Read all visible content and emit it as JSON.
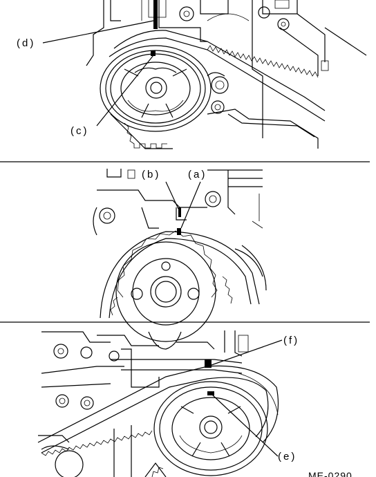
{
  "figure": {
    "panels": [
      {
        "id": "top",
        "labels": [
          "(d)",
          "(c)"
        ]
      },
      {
        "id": "middle",
        "labels": [
          "(b)",
          "(a)"
        ]
      },
      {
        "id": "bottom",
        "labels": [
          "(f)",
          "(e)"
        ]
      }
    ],
    "figure_code": "ME-0290"
  },
  "colors": {
    "ink": "#000000",
    "paper": "#ffffff"
  }
}
